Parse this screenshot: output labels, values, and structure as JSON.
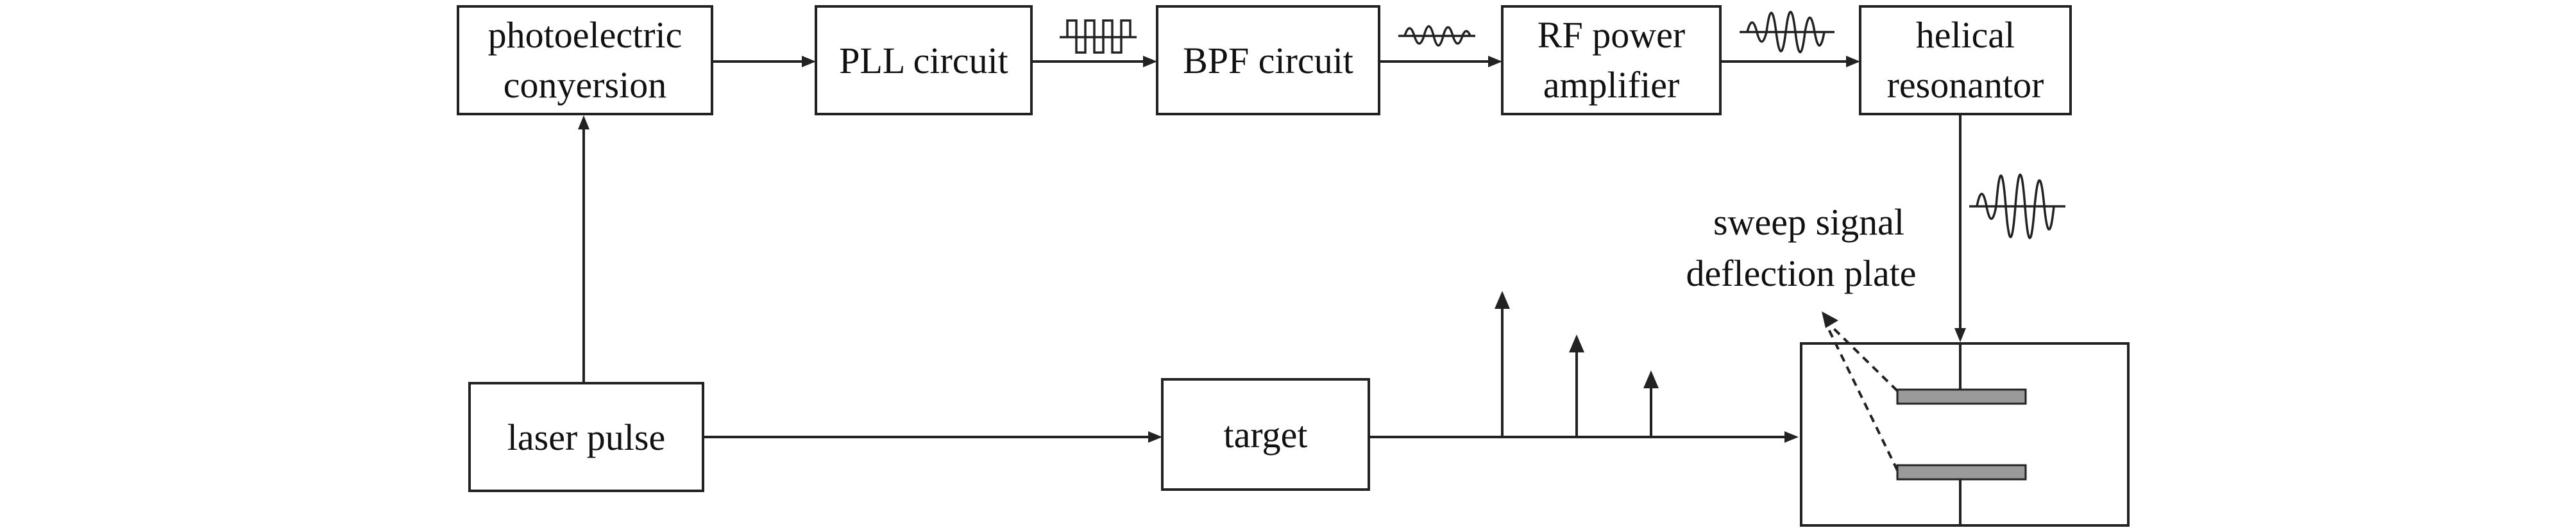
{
  "blocks": {
    "photoelectric": {
      "line1": "photoelectric",
      "line2": "conyersion"
    },
    "pll": {
      "label": "PLL circuit"
    },
    "bpf": {
      "label": "BPF circuit"
    },
    "rf_amp": {
      "line1": "RF power",
      "line2": "amplifier"
    },
    "helical": {
      "line1": "helical",
      "line2": "resonantor"
    },
    "laser": {
      "label": "laser pulse"
    },
    "target": {
      "label": "target"
    }
  },
  "annotation": {
    "line1": "sweep signal",
    "line2": "deflection plate"
  },
  "colors": {
    "stroke": "#222222",
    "plate_fill": "#9a9a9a",
    "background": "#ffffff"
  },
  "icons": [
    "square-wave-icon",
    "sine-wave-icon",
    "arrowhead-icon",
    "pulse-arrow-icon"
  ]
}
